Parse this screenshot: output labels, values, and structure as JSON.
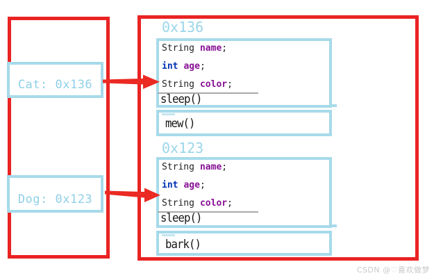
{
  "colors": {
    "panel_red": "#ea2323",
    "box_blue": "#a6daea",
    "label_blue": "#93d2e9",
    "keyword_blue": "#0033b3",
    "field_purple": "#871094",
    "code_dark": "#1f1f1f"
  },
  "stack": {
    "cat_reference": "Cat: 0x136",
    "dog_reference": "Dog: 0x123"
  },
  "heap": {
    "objects": [
      {
        "address": "0x136",
        "fields": [
          {
            "type": "String",
            "name": "name",
            "semicolon": ";"
          },
          {
            "type": "int",
            "name": "age",
            "semicolon": ";"
          },
          {
            "type": "String",
            "name": "color",
            "semicolon": ";"
          }
        ],
        "inherited_method": "sleep()",
        "own_method": "mew()"
      },
      {
        "address": "0x123",
        "fields": [
          {
            "type": "String",
            "name": "name",
            "semicolon": ";"
          },
          {
            "type": "int",
            "name": "age",
            "semicolon": ";"
          },
          {
            "type": "String",
            "name": "color",
            "semicolon": ";"
          }
        ],
        "inherited_method": "sleep()",
        "own_method": "bark()"
      }
    ]
  },
  "watermark": "CSDN @♡喜欢做梦"
}
